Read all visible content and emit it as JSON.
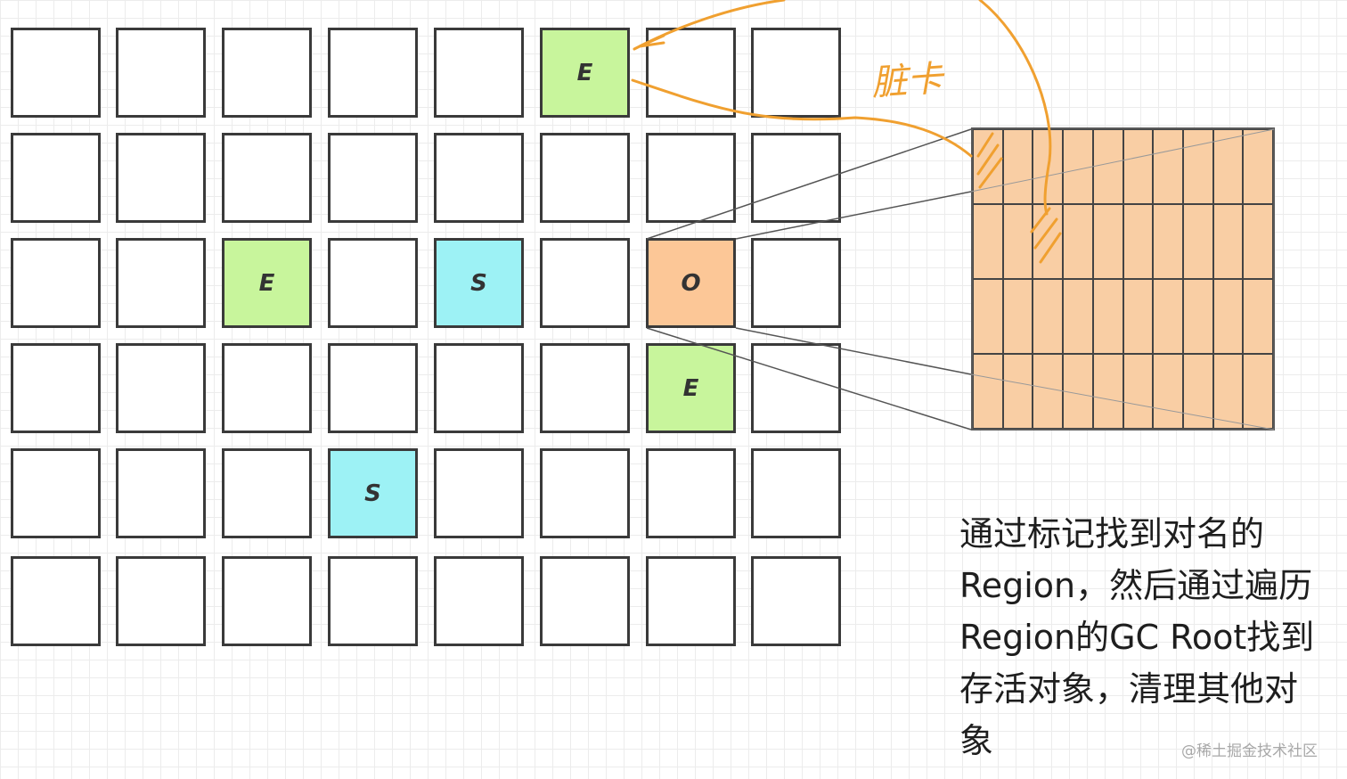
{
  "grid": {
    "rows": 6,
    "cols": 8,
    "cells": [
      {
        "row": 0,
        "col": 5,
        "label": "E",
        "type": "eden"
      },
      {
        "row": 2,
        "col": 2,
        "label": "E",
        "type": "eden"
      },
      {
        "row": 2,
        "col": 4,
        "label": "S",
        "type": "survivor"
      },
      {
        "row": 2,
        "col": 6,
        "label": "O",
        "type": "old"
      },
      {
        "row": 3,
        "col": 6,
        "label": "E",
        "type": "eden"
      },
      {
        "row": 4,
        "col": 3,
        "label": "S",
        "type": "survivor"
      }
    ]
  },
  "card_table": {
    "rows": 4,
    "cols": 10,
    "dirty_cards": [
      {
        "row": 0,
        "col": 0
      },
      {
        "row": 1,
        "col": 2
      }
    ]
  },
  "colors": {
    "eden": "#c8f59c",
    "survivor": "#9df2f5",
    "old": "#fcc797",
    "card_fill": "#f9cea4",
    "annotation": "#f0a030"
  },
  "annotation_label": "脏卡",
  "caption_lines": [
    "通过标记找到对名的",
    "Region，然后通过遍历",
    "Region的GC Root找到",
    "存活对象，清理其他对",
    "象"
  ],
  "watermark": "@稀土掘金技术社区"
}
